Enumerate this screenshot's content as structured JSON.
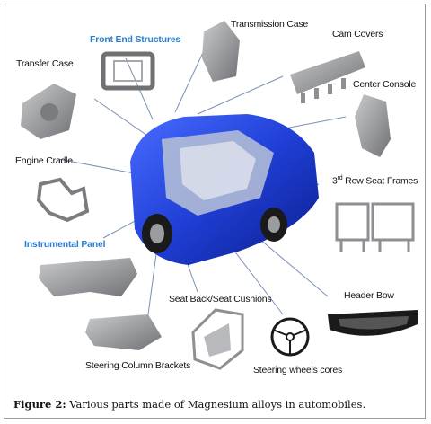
{
  "labels": {
    "front_end_structures": "Front End Structures",
    "transmission_case": "Transmission Case",
    "cam_covers": "Cam Covers",
    "transfer_case": "Transfer Case",
    "center_console": "Center Console",
    "engine_cradle": "Engine Cradle",
    "third_row_prefix": "3",
    "third_row_sup": "rd",
    "third_row_rest": " Row Seat Frames",
    "instrumental_panel": "Instrumental Panel",
    "header_bow": "Header Bow",
    "seat_back": "Seat Back/Seat Cushions",
    "steering_column": "Steering Column Brackets",
    "steering_wheels": "Steering wheels cores"
  },
  "caption": {
    "figure_label": "Figure 2:",
    "text": " Various parts made of Magnesium alloys in automobiles."
  },
  "colors": {
    "car_body": "#1f3fd6",
    "label_blue": "#2a7fd0",
    "part_grey": "#8d8f92"
  }
}
